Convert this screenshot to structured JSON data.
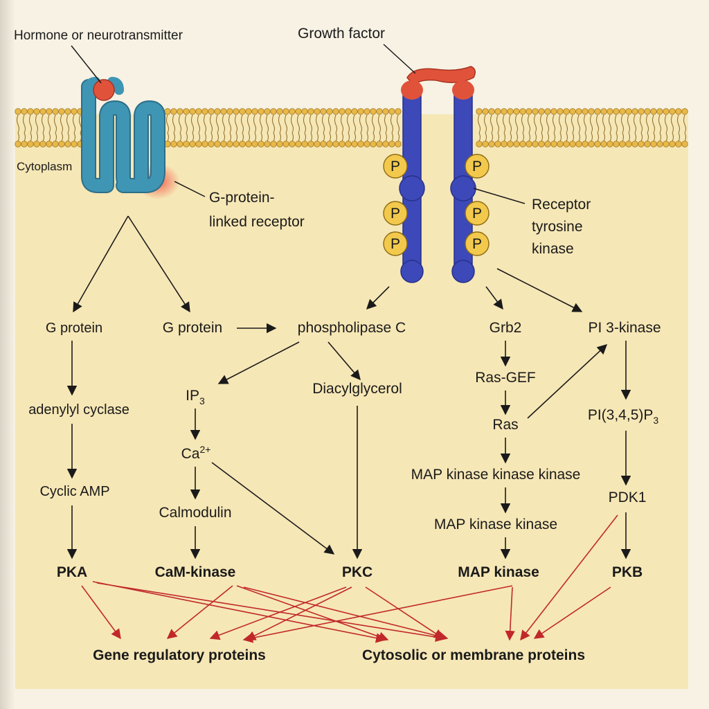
{
  "labels": {
    "hormone": "Hormone or neurotransmitter",
    "growth_factor": "Growth factor",
    "cytoplasm": "Cytoplasm",
    "gpcr_line1": "G-protein-",
    "gpcr_line2": "linked receptor",
    "rtk_line1": "Receptor",
    "rtk_line2": "tyrosine",
    "rtk_line3": "kinase",
    "phosphate": "P"
  },
  "nodes": {
    "g_protein_left": "G protein",
    "adenylyl_cyclase": "adenylyl cyclase",
    "cyclic_amp": "Cyclic AMP",
    "pka": "PKA",
    "g_protein_mid": "G protein",
    "phospholipase_c": "phospholipase C",
    "ip3_base": "IP",
    "ip3_sub": "3",
    "ca_base": "Ca",
    "ca_sup": "2+",
    "calmodulin": "Calmodulin",
    "cam_kinase": "CaM-kinase",
    "diacylglycerol": "Diacylglycerol",
    "pkc": "PKC",
    "grb2": "Grb2",
    "ras_gef": "Ras-GEF",
    "ras": "Ras",
    "mapkkk": "MAP kinase kinase kinase",
    "mapkk": "MAP kinase kinase",
    "map_kinase": "MAP kinase",
    "pi3k": "PI 3-kinase",
    "pip3_base": "PI(3,4,5)P",
    "pip3_sub": "3",
    "pdk1": "PDK1",
    "pkb": "PKB",
    "gene_regulatory": "Gene regulatory proteins",
    "cytosolic_membrane": "Cytosolic or membrane proteins"
  },
  "colors": {
    "page": "#f7f2e4",
    "cytoplasm": "#f6e7b6",
    "membrane_head": "#e8b84a",
    "gpcr": "#3f95b4",
    "ligand": "#e0533a",
    "rtk": "#3d49b8",
    "phosphate": "#f2c94c",
    "black_arrow": "#1a1a1a",
    "red_arrow": "#c0282a"
  }
}
